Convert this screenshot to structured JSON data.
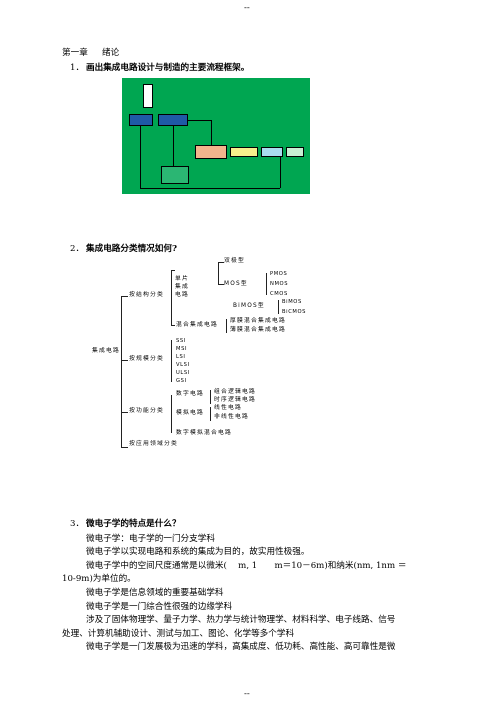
{
  "page_marker_top": "--",
  "page_marker_bottom": "--",
  "chapter": {
    "number": "第一章",
    "title": "绪论"
  },
  "q1": {
    "num": "1．",
    "text": "画出集成电路设计与制造的主要流程框架。"
  },
  "q2": {
    "num": "2．",
    "text": "集成电路分类情况如何?"
  },
  "q3": {
    "num": "3．",
    "text": "微电子学的特点是什么？"
  },
  "colors": {
    "flow_bg": "#00a651",
    "box_blue": "#1f5aa6",
    "box_peach": "#f2b48c",
    "box_yellow": "#f5f08c",
    "box_cyan": "#a9dcef",
    "box_green": "#c7efd3"
  },
  "tree": {
    "root": "集成电路",
    "by_structure": "按结构分类",
    "monolithic": "单片集成电路",
    "hybrid": "混合集成电路",
    "bipolar": "双极型",
    "mos": "MOS型",
    "pmos": "PMOS",
    "nmos": "NMOS",
    "cmos": "CMOS",
    "bimos": "BiMOS型",
    "bimos2": "BiMOS",
    "bicmos": "BiCMOS",
    "thick_film": "厚膜混合集成电路",
    "thin_film": "薄膜混合集成电路",
    "by_scale": "按规模分类",
    "ssi": "SSI",
    "msi": "MSI",
    "lsi": "LSI",
    "vlsi": "VLSI",
    "ulsi": "ULSI",
    "gsi": "GSI",
    "by_function": "按功能分类",
    "digital": "数字电路",
    "analog": "模拟电路",
    "comb_logic": "组合逻辑电路",
    "seq_logic": "时序逻辑电路",
    "linear": "线性电路",
    "nonlinear": "非线性电路",
    "mixed": "数字模拟混合电路",
    "by_application": "按应用领域分类"
  },
  "paragraphs": [
    "微电子学：电子学的一门分支学科",
    "微电子学以实现电路和系统的集成为目的，故实用性极强。",
    "微电子学中的空间尺度通常是以微米(　 m, 1　　m＝10－6m)和纳米(nm, 1nm ＝",
    "10-9m)为单位的。",
    "微电子学是信息领域的重要基础学科",
    "微电子学是一门综合性很强的边缘学科",
    "涉及了固体物理学、量子力学、热力学与统计物理学、材料科学、电子线路、信号",
    "处理、计算机辅助设计、测试与加工、图论、化学等多个学科",
    "微电子学是一门发展极为迅速的学科，高集成度、低功耗、高性能、高可靠性是微"
  ]
}
